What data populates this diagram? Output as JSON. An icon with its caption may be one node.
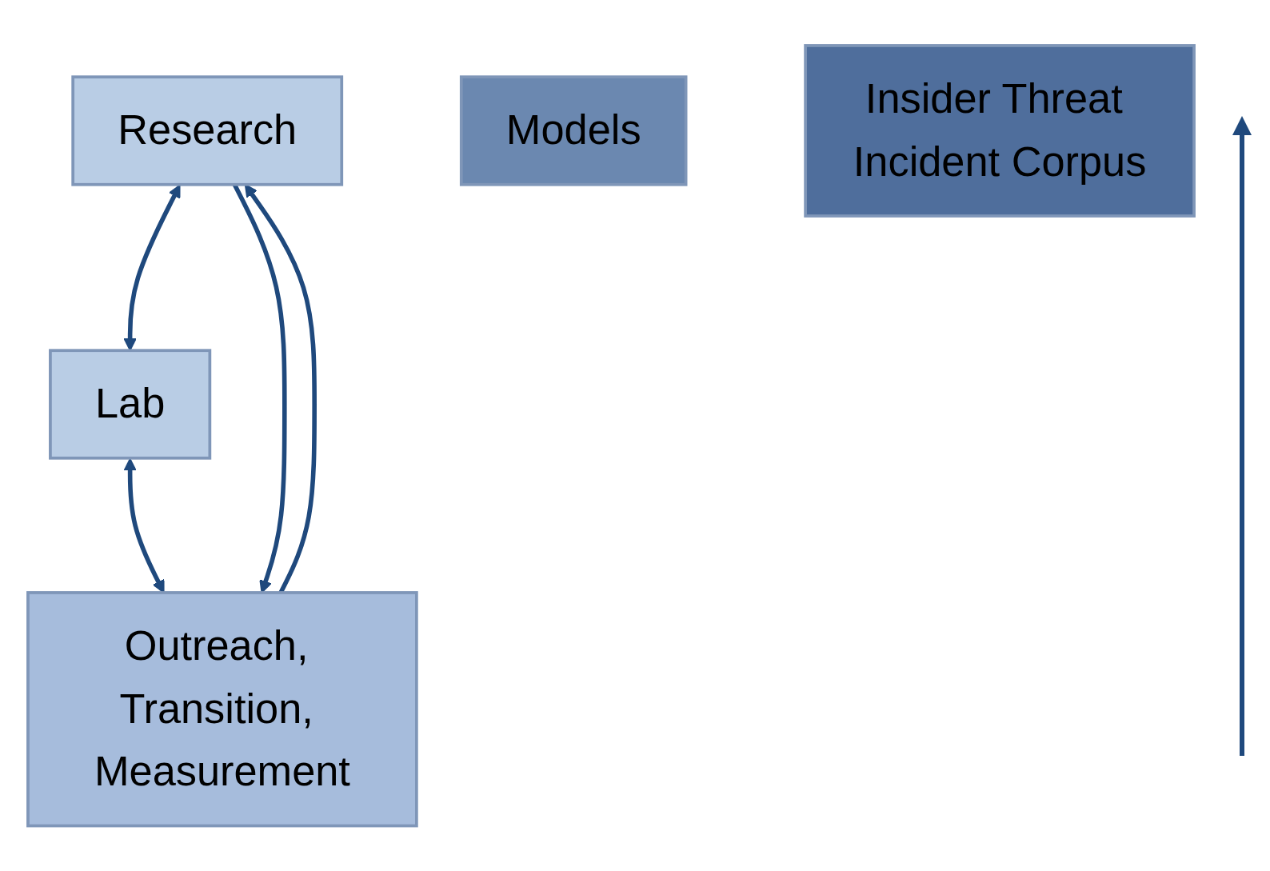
{
  "diagram": {
    "nodes": [
      {
        "text": [
          "Research"
        ]
      },
      {
        "text": [
          "Lab"
        ]
      },
      {
        "text": [
          "Outreach, Transition, Measurement"
        ]
      },
      {
        "text": [
          "Models"
        ]
      },
      {
        "text": [
          "Insider Threat Incident Corpus"
        ]
      }
    ],
    "edges": [
      {
        "from": 0,
        "to": 1,
        "arrow": "both"
      },
      {
        "from": 1,
        "to": 2,
        "arrow": "both"
      },
      {
        "from": 2,
        "to": 0,
        "arrow": "to"
      },
      {
        "from": 0,
        "to": 2,
        "arrow": "to"
      }
    ]
  }
}
